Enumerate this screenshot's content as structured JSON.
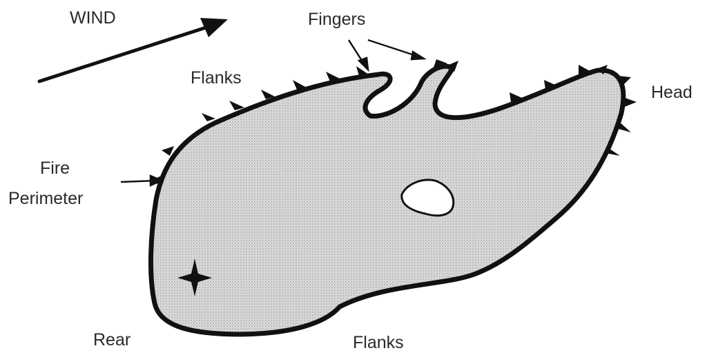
{
  "labels": {
    "wind": "WIND",
    "fingers": "Fingers",
    "flanks_top": "Flanks",
    "head": "Head",
    "fire_line1": "Fire",
    "fire_line2": "Perimeter",
    "rear": "Rear",
    "flanks_bottom": "Flanks"
  },
  "colors": {
    "ink": "#111111",
    "burned_fill": "#dcdcdc",
    "background": "#ffffff"
  },
  "icons": {
    "origin_marker": "four-point-star-icon",
    "wind_arrow": "arrow-icon"
  }
}
